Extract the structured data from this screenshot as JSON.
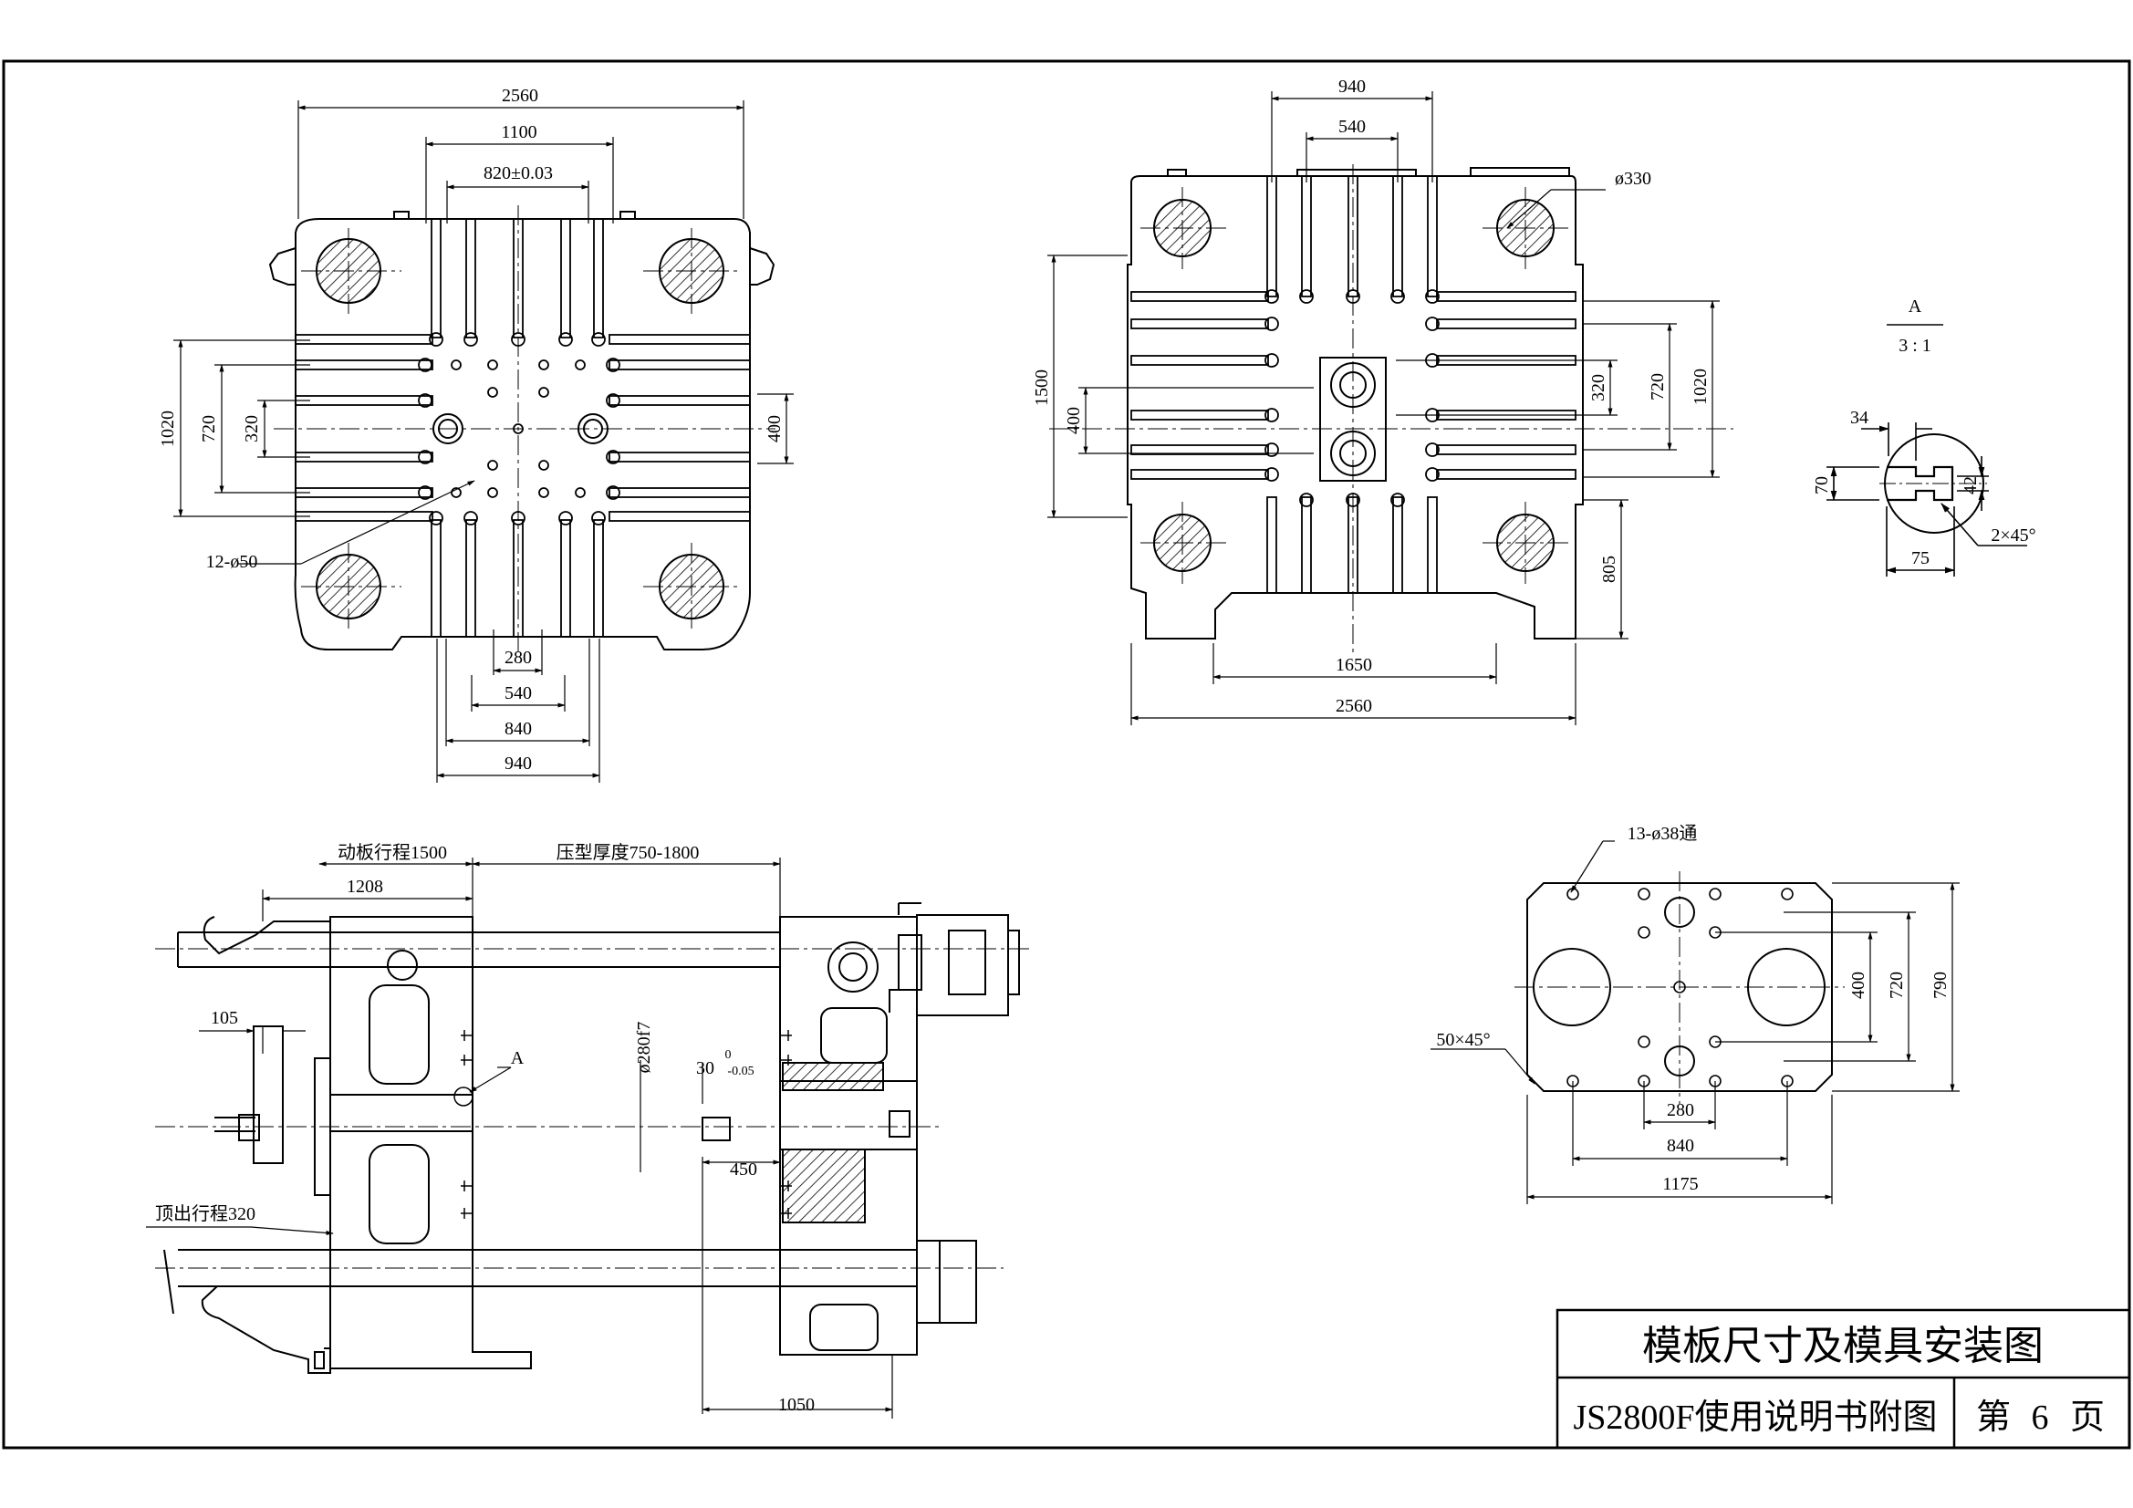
{
  "colors": {
    "line": "#000000",
    "paper": "#ffffff"
  },
  "view_moving_platen": {
    "dims": {
      "overall_width": "2560",
      "inner_width": "1100",
      "center_tol": "820±0.03",
      "height_1020": "1020",
      "height_720": "720",
      "height_320": "320",
      "right_400": "400",
      "holes": "12-ø50",
      "bottom_280": "280",
      "bottom_540": "540",
      "bottom_840": "840",
      "bottom_940": "940"
    }
  },
  "view_fixed_platen": {
    "dims": {
      "top_940": "940",
      "top_540": "540",
      "bore": "ø330",
      "left_1500": "1500",
      "left_400": "400",
      "right_320": "320",
      "right_720": "720",
      "right_1020": "1020",
      "right_805": "805",
      "bottom_1650": "1650",
      "bottom_2560": "2560"
    }
  },
  "detail_a": {
    "label": "A",
    "scale": "3 : 1",
    "d34": "34",
    "d70": "70",
    "d42": "42",
    "chamfer": "2×45°",
    "d75": "75"
  },
  "side_view": {
    "dims": {
      "stroke": "动板行程1500",
      "mold_thickness": "压型厚度750-1800",
      "d1208": "1208",
      "d105": "105",
      "detail_a_ref": "A",
      "shaft": "ø280f7",
      "tol_main": "30",
      "tol_upper": "0",
      "tol_lower": "-0.05",
      "d450": "450",
      "ejector": "顶出行程320",
      "d1050": "1050"
    }
  },
  "ejector_plate": {
    "dims": {
      "holes": "13-ø38通",
      "chamfer": "50×45°",
      "d400": "400",
      "d720": "720",
      "d790": "790",
      "d280": "280",
      "d840": "840",
      "d1175": "1175"
    }
  },
  "title_block": {
    "title": "模板尺寸及模具安装图",
    "subtitle": "JS2800F使用说明书附图",
    "page_prefix": "第",
    "page_num": "6",
    "page_suffix": "页"
  }
}
